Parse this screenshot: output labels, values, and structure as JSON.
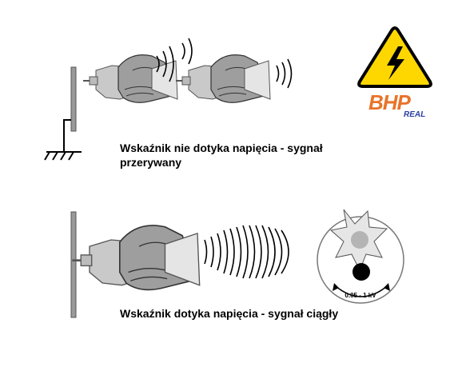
{
  "captions": {
    "intermittent": "Wskaźnik nie dotyka napięcia - sygnał przerywany",
    "continuous": "Wskaźnik dotyka napięcia - sygnał ciągły"
  },
  "logo": {
    "brand": "BHP",
    "sub": "REAL",
    "brand_color": "#e8742a",
    "sub_color": "#2b3fa0"
  },
  "voltage_range": "0.05 - 1 kV",
  "icons": {
    "warning": "high-voltage-warning-icon",
    "ground": "ground-symbol-icon",
    "tester": "voltage-tester-in-hand-icon",
    "signal": "sound-waves-icon"
  },
  "colors": {
    "warning_fill": "#ffd700",
    "tester_grey": "#b7b7b7",
    "wall_grey": "#9a9a9a"
  }
}
